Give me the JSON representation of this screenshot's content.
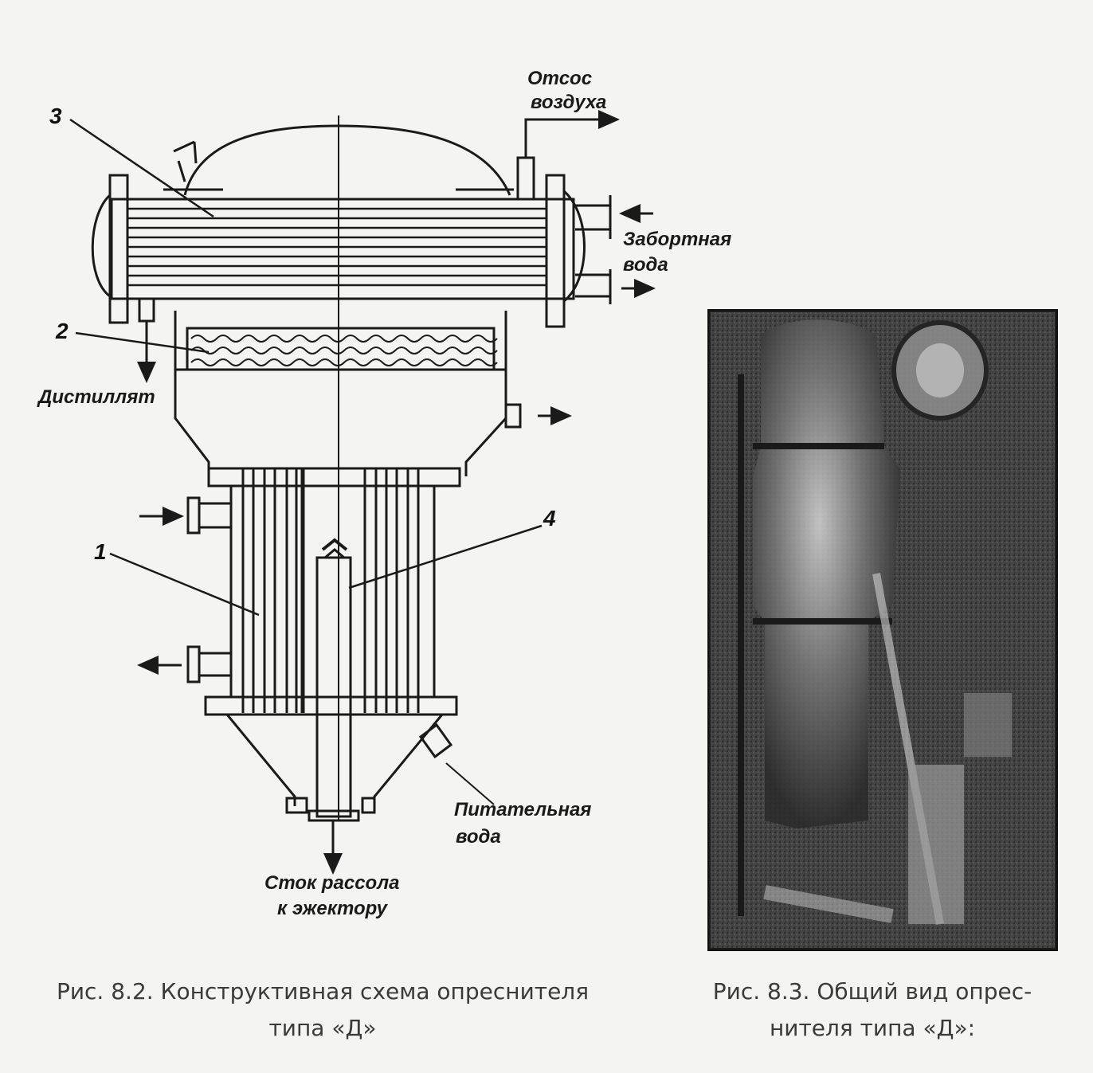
{
  "figure_left": {
    "labels": {
      "air_suction": [
        "Отсос",
        "воздуха"
      ],
      "seawater": [
        "Забортная",
        "вода"
      ],
      "distillate": "Дистиллят",
      "feed_water": [
        "Питательная",
        "вода"
      ],
      "brine_drain": [
        "Сток рассола",
        "к эжектору"
      ]
    },
    "callouts": [
      "1",
      "2",
      "3",
      "4"
    ],
    "caption": [
      "Рис. 8.2. Конструктивная схема опреснителя",
      "типа «Д»"
    ]
  },
  "figure_right": {
    "photo_icon": "desalination-unit-photo",
    "caption": [
      "Рис. 8.3. Общий вид опрес-",
      "нителя типа «Д»:"
    ]
  },
  "colors": {
    "paper": "#f4f4f2",
    "ink": "#1a1a1a",
    "photo_dark": "#2a2a2a"
  }
}
